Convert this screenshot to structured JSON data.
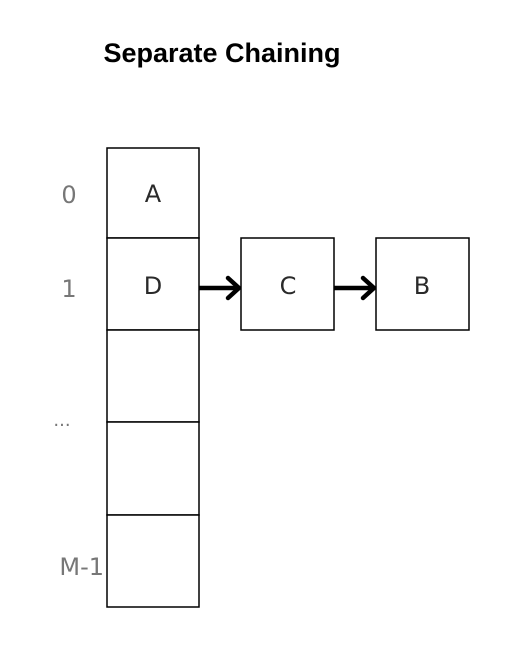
{
  "title": "Separate Chaining",
  "table": {
    "indices": [
      "0",
      "1",
      "...",
      "",
      "M-1"
    ],
    "cells": [
      "A",
      "D",
      "",
      "",
      ""
    ]
  },
  "chain": {
    "nodes": [
      "C",
      "B"
    ]
  }
}
